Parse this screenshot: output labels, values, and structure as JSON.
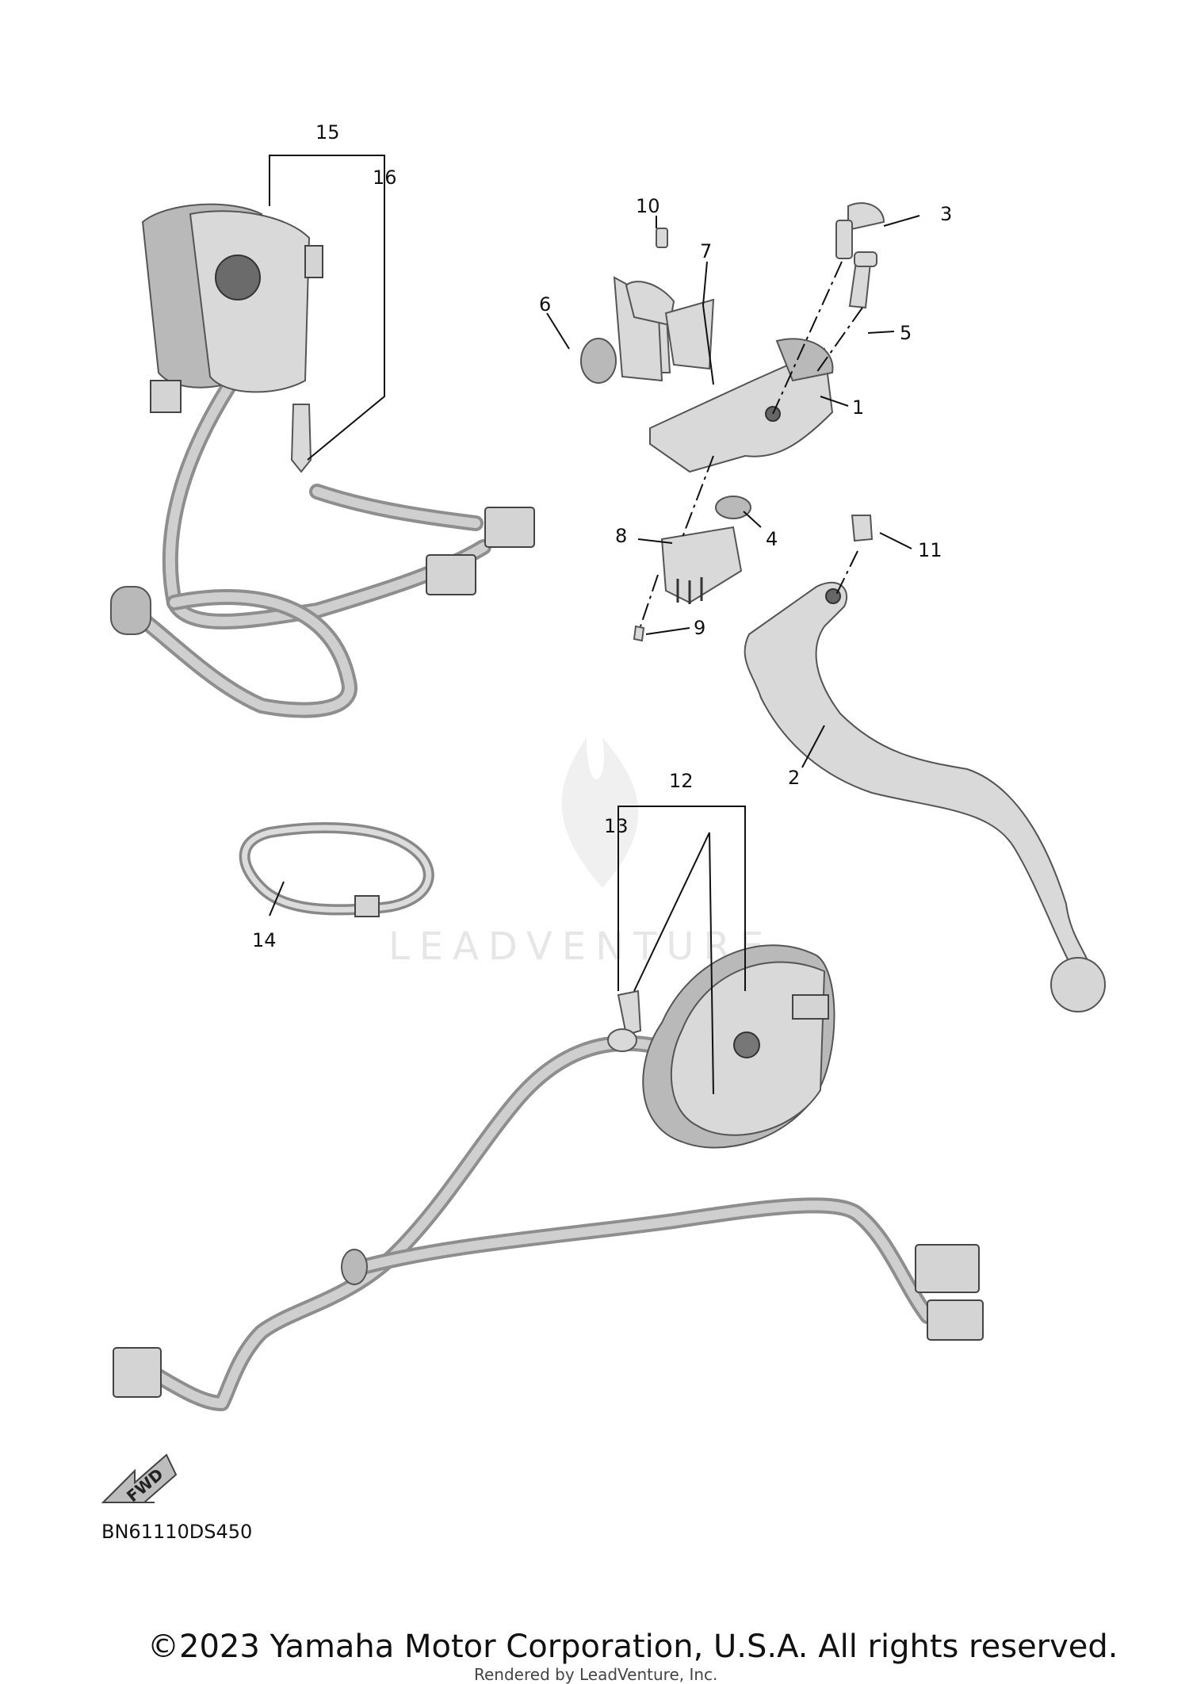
{
  "callouts": {
    "c1": "1",
    "c2": "2",
    "c3": "3",
    "c4": "4",
    "c5": "5",
    "c6": "6",
    "c7": "7",
    "c8": "8",
    "c9": "9",
    "c10": "10",
    "c11": "11",
    "c12": "12",
    "c13": "13",
    "c14": "14",
    "c15": "15",
    "c16": "16"
  },
  "direction_arrow": {
    "label": "FWD"
  },
  "watermark": {
    "brand": "LEADVENTURE"
  },
  "footer": {
    "drawing_code": "BN61110DS450",
    "copyright": "©2023 Yamaha Motor Corporation, U.S.A. All rights reserved.",
    "rendered_by": "Rendered by LeadVenture, Inc."
  }
}
